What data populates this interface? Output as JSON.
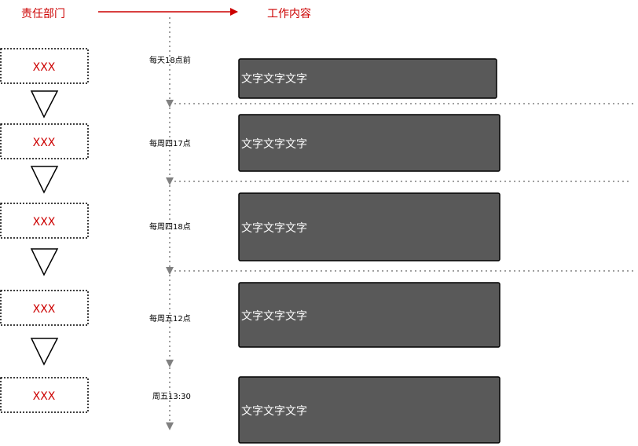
{
  "header": {
    "left_label": "责任部门",
    "right_label": "工作内容"
  },
  "departments": [
    {
      "name": "XXX"
    },
    {
      "name": "XXX"
    },
    {
      "name": "XXX"
    },
    {
      "name": "XXX"
    },
    {
      "name": "XXX"
    }
  ],
  "stages": [
    {
      "time": "每天18点前",
      "task": "文字文字文字"
    },
    {
      "time": "每周四17点",
      "task": "文字文字文字"
    },
    {
      "time": "每周四18点",
      "task": "文字文字文字"
    },
    {
      "time": "每周五12点",
      "task": "文字文字文字"
    },
    {
      "time": "周五13:30",
      "task": "文字文字文字"
    }
  ],
  "colors": {
    "accent": "#cc0000",
    "task_box": "#595959",
    "timeline": "#808080",
    "separator": "#808080"
  }
}
